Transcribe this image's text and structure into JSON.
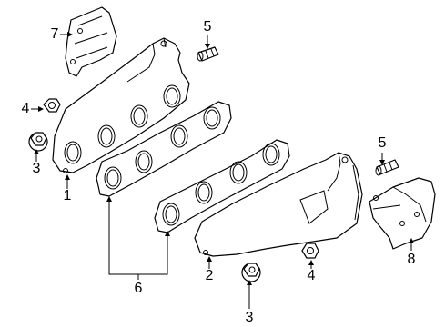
{
  "callouts": {
    "c1": "1",
    "c2": "2",
    "c3a": "3",
    "c3b": "3",
    "c4a": "4",
    "c4b": "4",
    "c5a": "5",
    "c5b": "5",
    "c6": "6",
    "c7": "7",
    "c8": "8"
  }
}
